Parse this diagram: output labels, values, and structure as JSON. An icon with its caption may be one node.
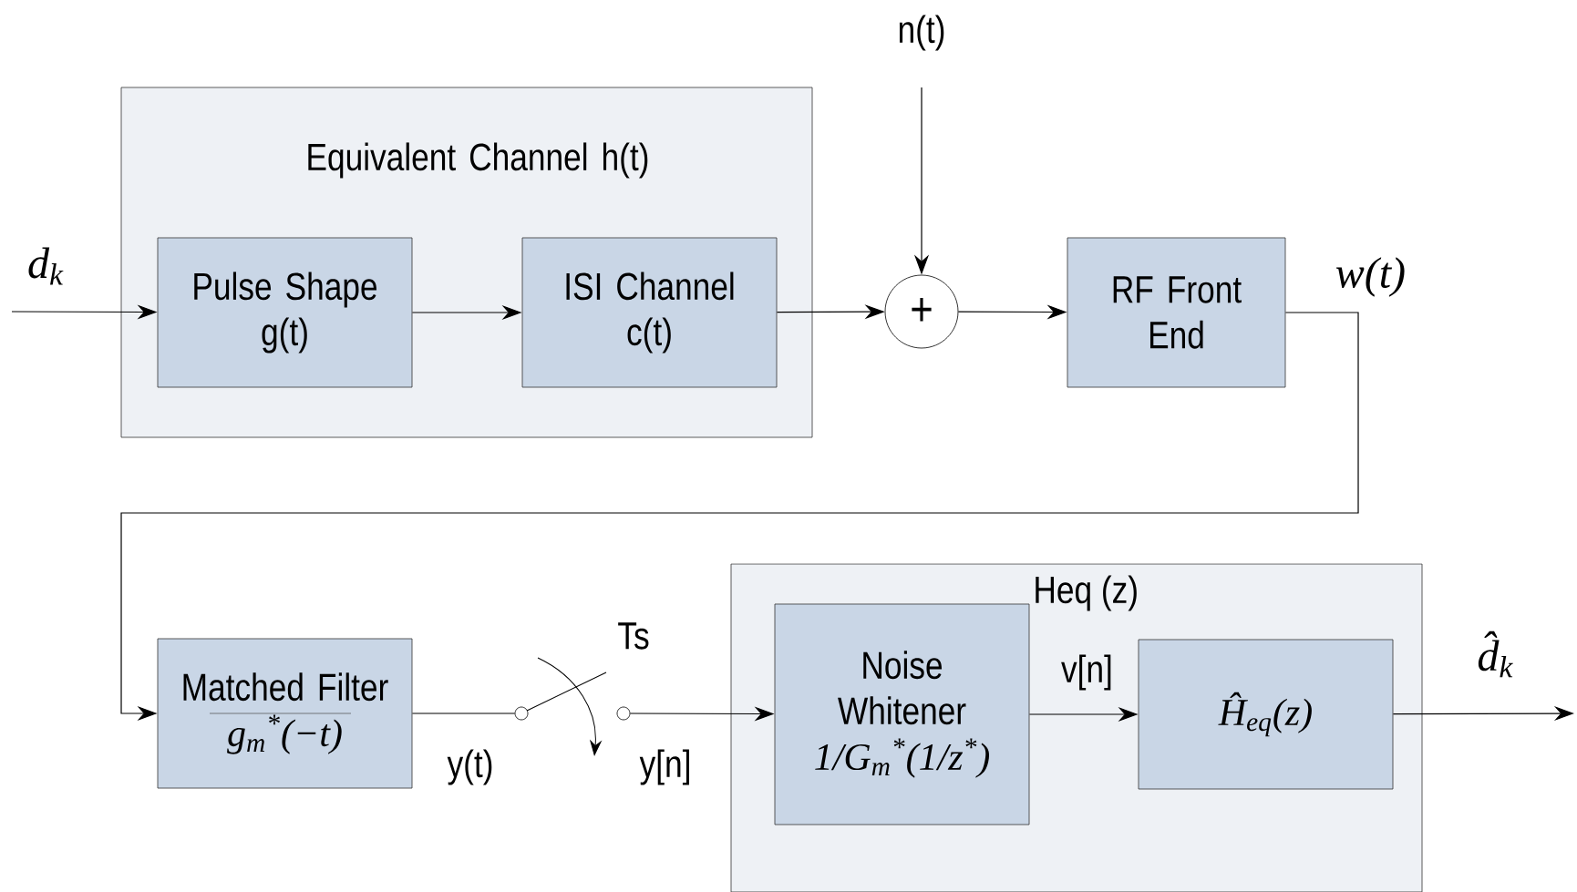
{
  "diagram": {
    "nodes": [
      {
        "text": [
          "Equivalent Channel h(t)"
        ]
      },
      {
        "text": [
          "Pulse Shape",
          "g(t)"
        ],
        "in": 0
      },
      {
        "text": [
          "ISI Channel",
          "c(t)"
        ],
        "in": 0
      },
      {
        "text": [
          "+"
        ]
      },
      {
        "text": [
          "RF Front End"
        ]
      },
      {
        "text": [
          "Matched Filter",
          "g$_{m}$$^{*}$(−t)"
        ]
      },
      {
        "text": [
          "Heq (z)"
        ]
      },
      {
        "text": [
          "Noise Whitener",
          "1/G$_{m}$$^{*}$(1/z$^{*}$)"
        ],
        "in": 6
      },
      {
        "text": [
          "Ĥ$_{eq}$(z)"
        ],
        "in": 6
      },
      {
        "text": [],
        "shape": "circle"
      },
      {
        "text": [],
        "shape": "circle"
      }
    ],
    "edges": [
      {
        "from": null,
        "to": 1,
        "arrow": "to",
        "label": "d$_{k}$"
      },
      {
        "from": 1,
        "to": 2,
        "arrow": "to"
      },
      {
        "from": 2,
        "to": 3,
        "arrow": "to"
      },
      {
        "from": null,
        "to": 3,
        "arrow": "to",
        "label": "n(t)"
      },
      {
        "from": 3,
        "to": 4,
        "arrow": "to"
      },
      {
        "from": 4,
        "to": 5,
        "arrow": "to",
        "label": "w(t)"
      },
      {
        "from": 5,
        "to": 9,
        "arrow": "none"
      },
      {
        "from": 10,
        "to": 7,
        "arrow": "to"
      },
      {
        "from": 7,
        "to": 8,
        "arrow": "to",
        "label": "v[n]"
      },
      {
        "from": 8,
        "to": null,
        "arrow": "to",
        "label": "d̂$_{k}$"
      }
    ],
    "labels": [
      "Ts",
      "y(t)",
      "y[n]"
    ]
  }
}
